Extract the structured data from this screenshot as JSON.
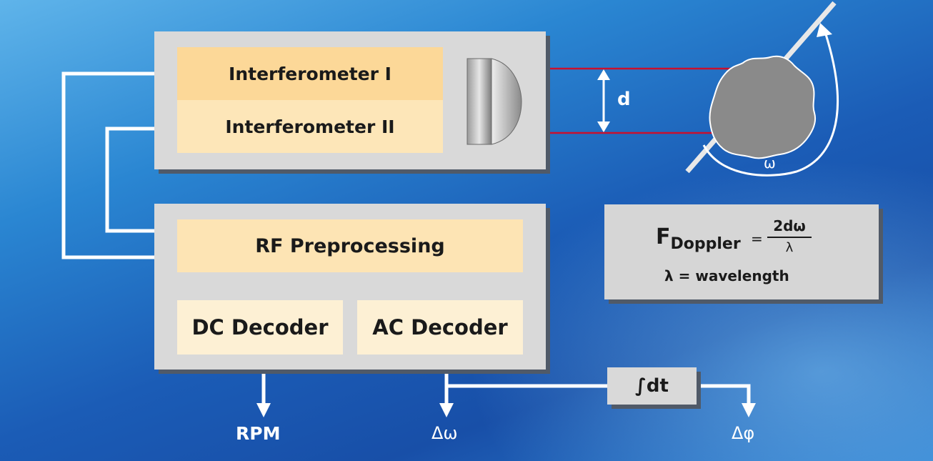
{
  "blocks": {
    "interferometer_1": "Interferometer I",
    "interferometer_2": "Interferometer II",
    "rf_preprocessing": "RF Preprocessing",
    "dc_decoder": "DC Decoder",
    "ac_decoder": "AC Decoder",
    "integrator": "∫dt"
  },
  "labels": {
    "separation": "d",
    "angular_velocity": "ω",
    "rpm_output": "RPM",
    "delta_omega_output": "Δω",
    "delta_phi_output": "Δφ"
  },
  "formula": {
    "lhs_symbol": "F",
    "lhs_subscript": "Doppler",
    "equals": "=",
    "numerator": "2dω",
    "denominator": "λ",
    "definition": "λ = wavelength"
  },
  "colors": {
    "interferometer_1_fill": "#fcd898",
    "interferometer_2_fill": "#fde6b8",
    "rf_fill": "#fde4b4",
    "decoder_fill": "#fdf0d4",
    "panel_fill": "#d9d9d9",
    "laser_beam": "#c8102e",
    "connector": "#ffffff"
  }
}
